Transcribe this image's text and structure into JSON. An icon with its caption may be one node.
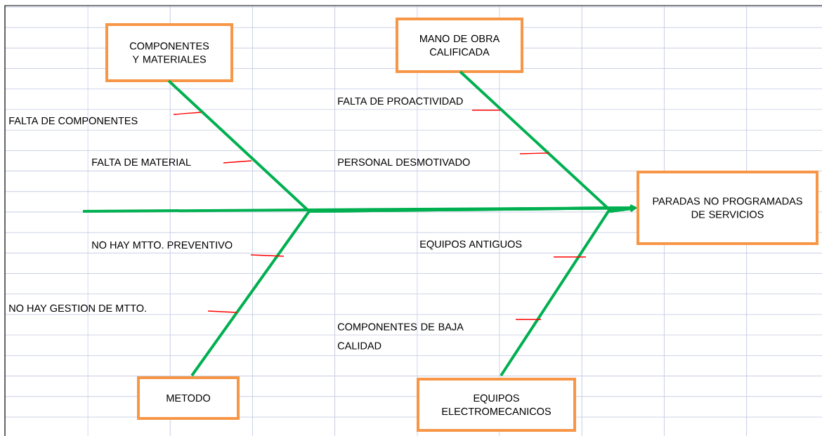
{
  "diagram": {
    "nodes": [
      {
        "text": [
          "COMPONENTES Y MATERIALES"
        ]
      },
      {
        "text": [
          "MANO DE OBRA CALIFICADA"
        ]
      },
      {
        "text": [
          "PARADAS NO PROGRAMADAS DE SERVICIOS"
        ]
      },
      {
        "text": [
          "METODO"
        ]
      },
      {
        "text": [
          "EQUIPOS ELECTROMECANICOS"
        ]
      }
    ],
    "edges": [
      {
        "from": null,
        "to": 2,
        "arrow": "to"
      },
      {
        "from": 0,
        "to": 2,
        "arrow": "to"
      },
      {
        "from": 1,
        "to": 2,
        "arrow": "to"
      },
      {
        "from": 3,
        "to": 2,
        "arrow": "to"
      },
      {
        "from": 4,
        "to": 2,
        "arrow": "to"
      }
    ],
    "labels": [
      "FALTA DE PROACTIVIDAD",
      "FALTA DE COMPONENTES",
      "FALTA DE MATERIAL",
      "PERSONAL DESMOTIVADO",
      "NO HAY MTTO. PREVENTIVO",
      "EQUIPOS ANTIGUOS",
      "NO HAY GESTION DE MTTO.",
      "COMPONENTES DE BAJA CALIDAD"
    ]
  }
}
